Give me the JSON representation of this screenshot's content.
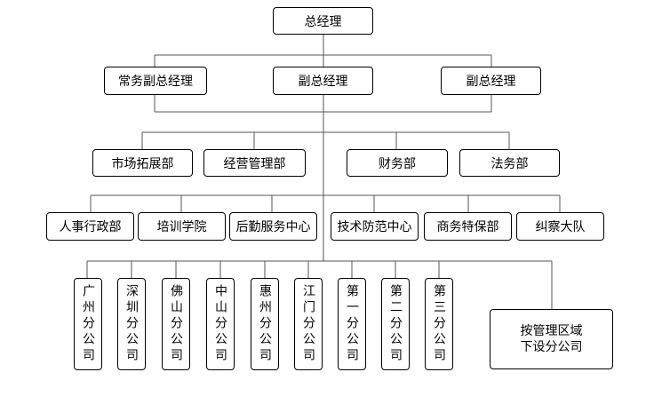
{
  "chart": {
    "ceo": "总经理",
    "deputies": [
      "常务副总经理",
      "副总经理",
      "副总经理"
    ],
    "level3": [
      "市场拓展部",
      "经营管理部",
      "财务部",
      "法务部"
    ],
    "level4": [
      "人事行政部",
      "培训学院",
      "后勤服务中心",
      "技术防范中心",
      "商务特保部",
      "纠察大队"
    ],
    "branches": [
      "广州分公司",
      "深圳分公司",
      "佛山分公司",
      "中山分公司",
      "惠州分公司",
      "江门分公司",
      "第一分公司",
      "第二分公司",
      "第三分公司"
    ],
    "region": [
      "按管理区域",
      "下设分公司"
    ]
  }
}
